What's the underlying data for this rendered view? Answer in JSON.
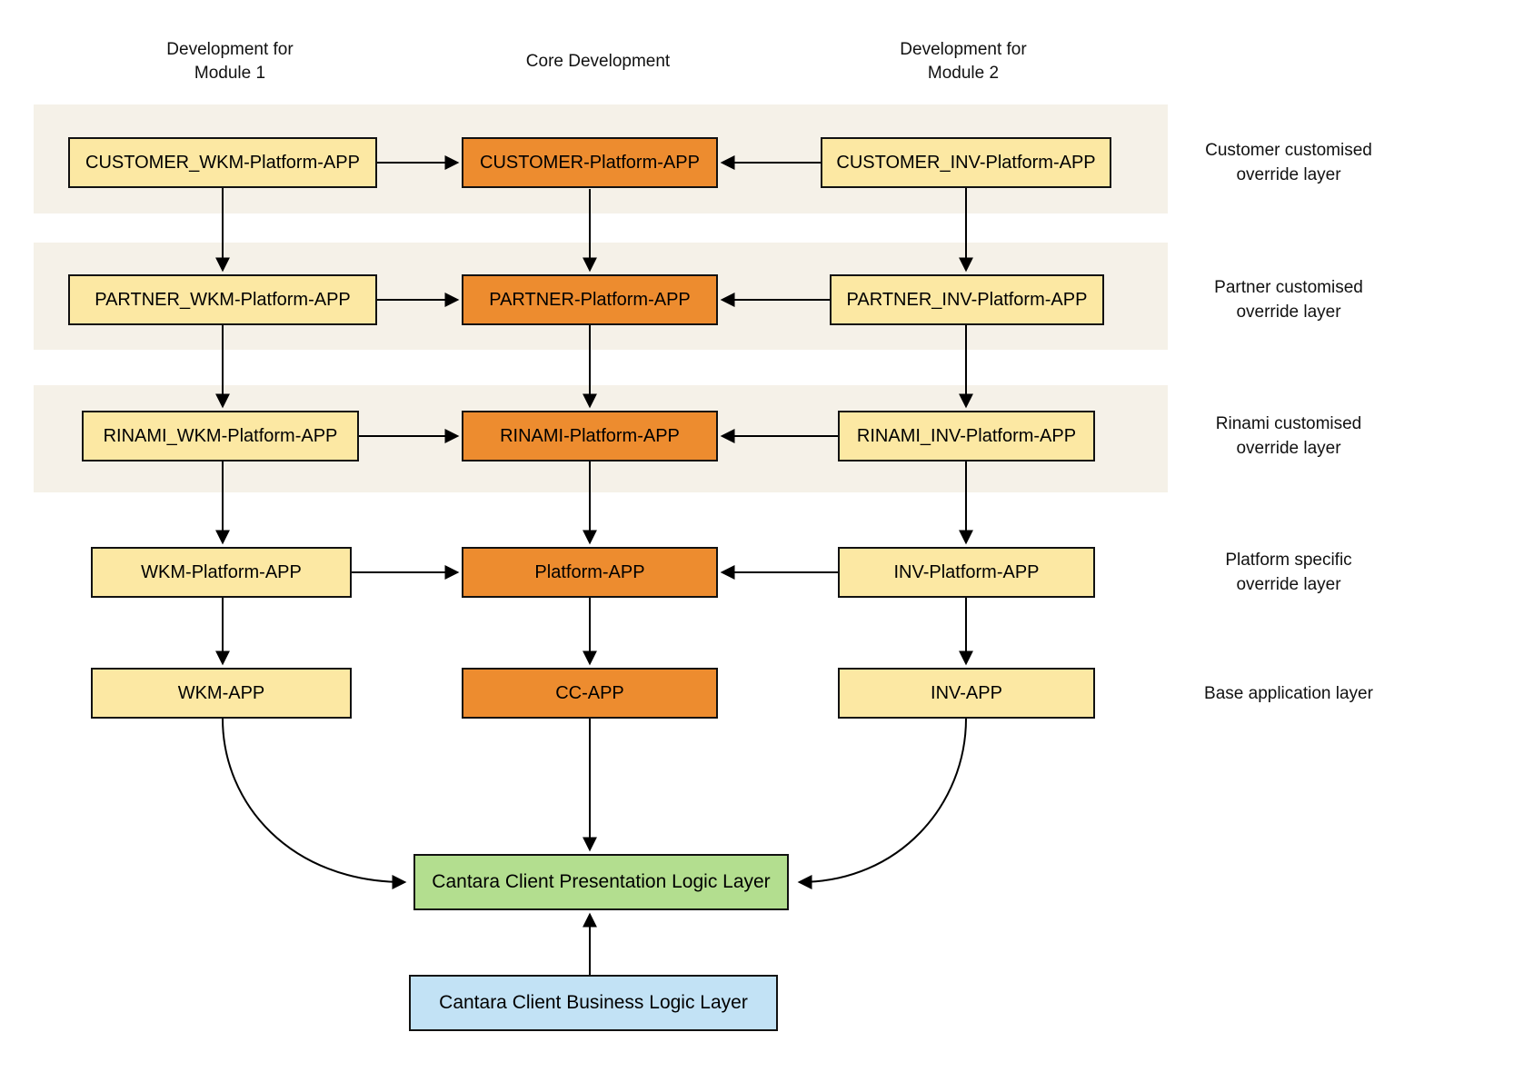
{
  "headers": [
    {
      "line1": "Development for",
      "line2": "Module 1"
    },
    {
      "line1": "Core Development",
      "line2": ""
    },
    {
      "line1": "Development for",
      "line2": "Module 2"
    }
  ],
  "rows": [
    {
      "label": "Customer customised override layer",
      "nodes": {
        "left": "CUSTOMER_WKM-Platform-APP",
        "center": "CUSTOMER-Platform-APP",
        "right": "CUSTOMER_INV-Platform-APP"
      }
    },
    {
      "label": "Partner customised override layer",
      "nodes": {
        "left": "PARTNER_WKM-Platform-APP",
        "center": "PARTNER-Platform-APP",
        "right": "PARTNER_INV-Platform-APP"
      }
    },
    {
      "label": "Rinami customised override layer",
      "nodes": {
        "left": "RINAMI_WKM-Platform-APP",
        "center": "RINAMI-Platform-APP",
        "right": "RINAMI_INV-Platform-APP"
      }
    },
    {
      "label": "Platform specific override layer",
      "nodes": {
        "left": "WKM-Platform-APP",
        "center": "Platform-APP",
        "right": "INV-Platform-APP"
      }
    },
    {
      "label": "Base application layer",
      "nodes": {
        "left": "WKM-APP",
        "center": "CC-APP",
        "right": "INV-APP"
      }
    }
  ],
  "footer": {
    "presentation": "Cantara Client Presentation Logic Layer",
    "business": "Cantara Client Business Logic Layer"
  },
  "colors": {
    "module_box_fill": "#FCE8A3",
    "core_box_fill": "#ED8C2F",
    "layer_band_fill": "#F5F1E8",
    "presentation_box_fill": "#B3DE8F",
    "business_box_fill": "#C2E2F5",
    "box_border": "#000000",
    "arrow": "#000000"
  }
}
